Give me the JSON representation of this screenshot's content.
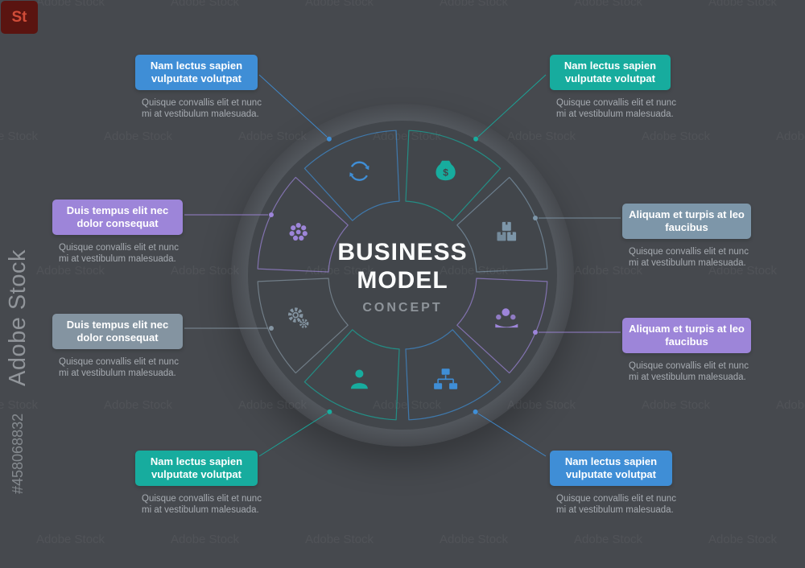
{
  "page": {
    "background": "#46494e",
    "circle_fill": "#42464b",
    "ring_fill": "#53575d"
  },
  "title": {
    "line1": "BUSINESS",
    "line2": "MODEL",
    "subtitle": "CONCEPT"
  },
  "items": [
    {
      "id": "top-left",
      "label": "Nam lectus sapien vulputate volutpat",
      "description": "Quisque convallis elit et nunc mi at vestibulum malesuada.",
      "color": "#3f8ed6",
      "icon": "sync-icon"
    },
    {
      "id": "top-right",
      "label": "Nam lectus sapien vulputate volutpat",
      "description": "Quisque convallis elit et nunc mi at vestibulum malesuada.",
      "color": "#17ac9e",
      "icon": "money-bag-icon"
    },
    {
      "id": "right-upper",
      "label": "Aliquam et turpis at leo faucibus",
      "description": "Quisque convallis elit et nunc mi at vestibulum malesuada.",
      "color": "#7d96a9",
      "icon": "boxes-icon"
    },
    {
      "id": "right-lower",
      "label": "Aliquam et turpis at leo faucibus",
      "description": "Quisque convallis elit et nunc mi at vestibulum malesuada.",
      "color": "#9d85d9",
      "icon": "hand-coins-icon"
    },
    {
      "id": "bottom-right",
      "label": "Nam lectus sapien vulputate volutpat",
      "description": "Quisque convallis elit et nunc mi at vestibulum malesuada.",
      "color": "#3f8ed6",
      "icon": "org-chart-icon"
    },
    {
      "id": "bottom-left",
      "label": "Nam lectus sapien vulputate volutpat",
      "description": "Quisque convallis elit et nunc mi at vestibulum malesuada.",
      "color": "#17ac9e",
      "icon": "person-icon"
    },
    {
      "id": "left-lower",
      "label": "Duis tempus elit nec dolor consequat",
      "description": "Quisque convallis elit et nunc mi at vestibulum malesuada.",
      "color": "#8494a1",
      "icon": "gears-icon"
    },
    {
      "id": "left-upper",
      "label": "Duis tempus elit nec dolor consequat",
      "description": "Quisque convallis elit et nunc mi at vestibulum malesuada.",
      "color": "#9d85d9",
      "icon": "flower-icon"
    }
  ],
  "watermark": {
    "brand": "Adobe Stock",
    "id": "#458068832",
    "logo_text": "St"
  }
}
